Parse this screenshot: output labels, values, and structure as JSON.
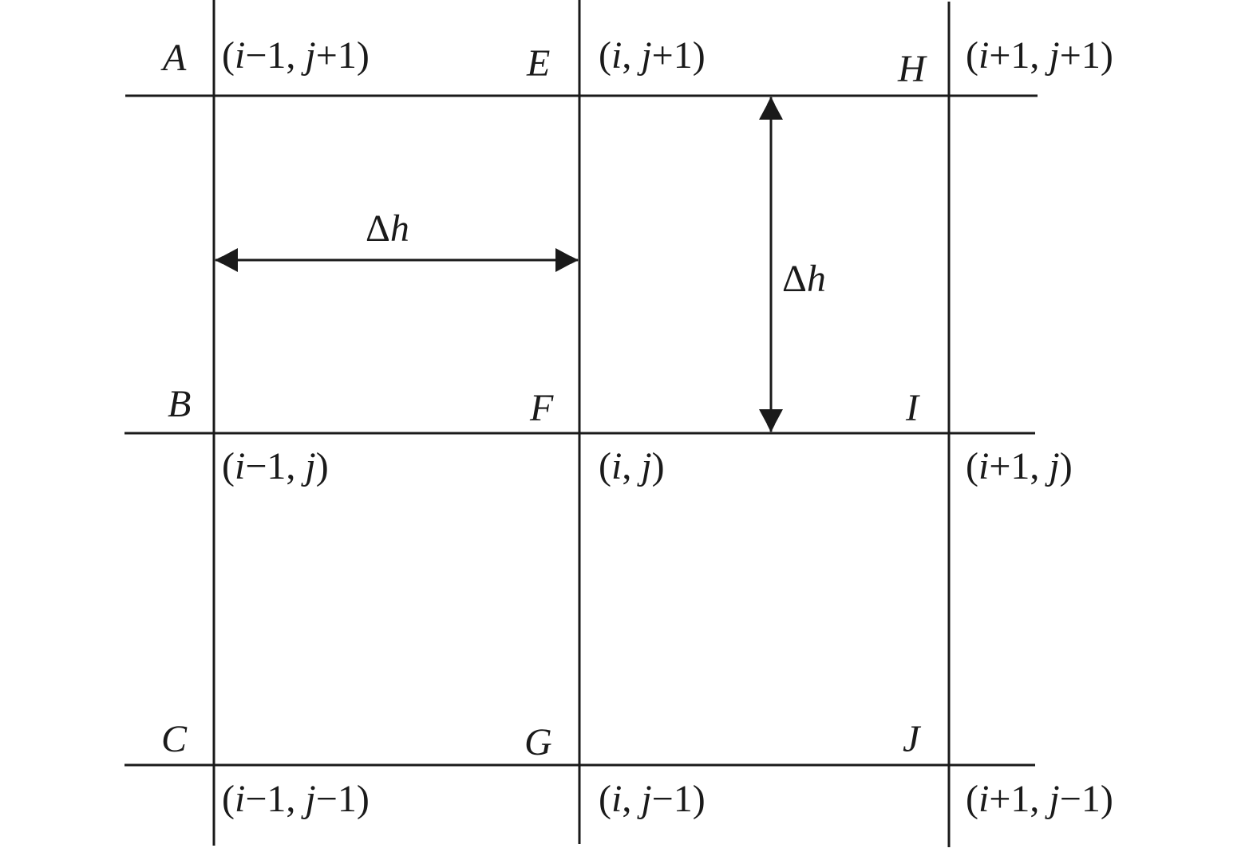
{
  "points": {
    "A": "A",
    "B": "B",
    "C": "C",
    "E": "E",
    "F": "F",
    "G": "G",
    "H": "H",
    "I": "I",
    "J": "J"
  },
  "coords": {
    "top_left": "(i−1, j+1)",
    "top_mid": "(i, j+1)",
    "top_right": "(i+1, j+1)",
    "mid_left": "(i−1, j)",
    "mid_mid": "(i, j)",
    "mid_right": "(i+1, j)",
    "bot_left": "(i−1, j−1)",
    "bot_mid": "(i, j−1)",
    "bot_right": "(i+1, j−1)"
  },
  "spacing": {
    "horizontal": "Δh",
    "vertical": "Δh"
  }
}
